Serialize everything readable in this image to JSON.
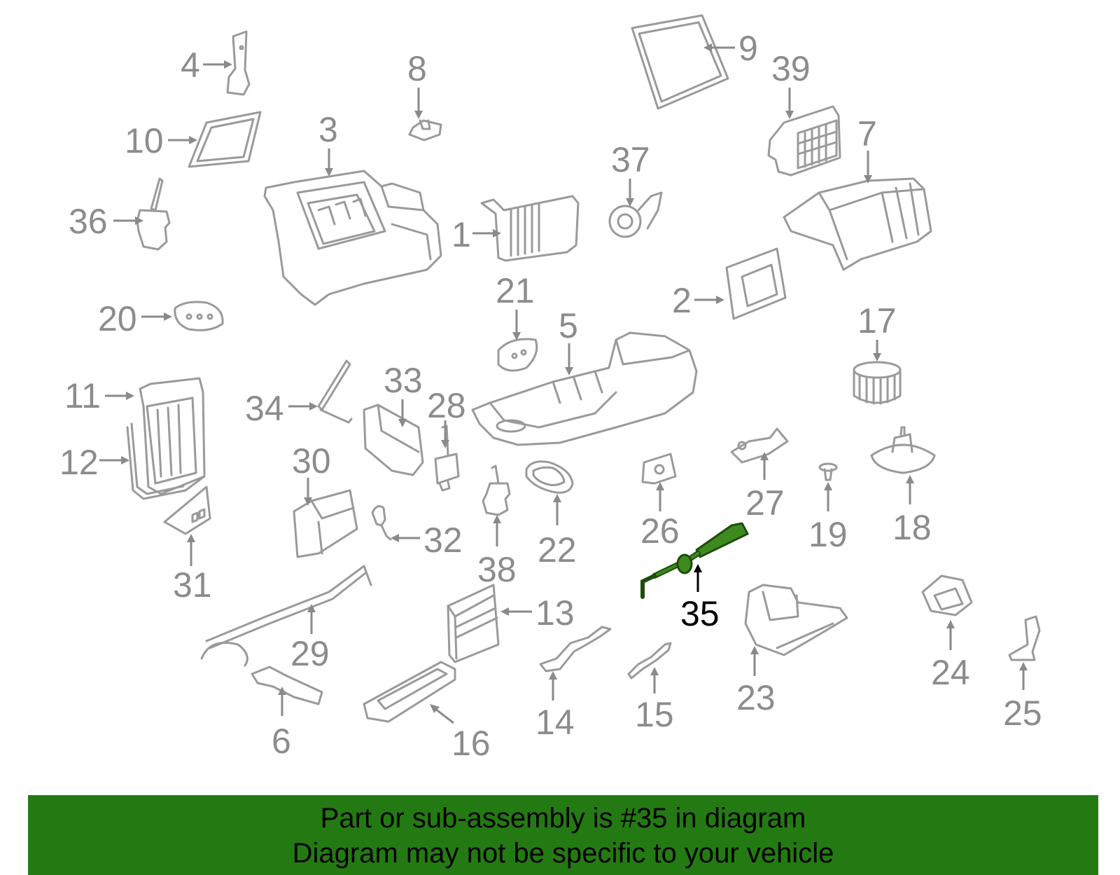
{
  "callouts": [
    {
      "id": "1",
      "label": "1"
    },
    {
      "id": "2",
      "label": "2"
    },
    {
      "id": "3",
      "label": "3"
    },
    {
      "id": "4",
      "label": "4"
    },
    {
      "id": "5",
      "label": "5"
    },
    {
      "id": "6",
      "label": "6"
    },
    {
      "id": "7",
      "label": "7"
    },
    {
      "id": "8",
      "label": "8"
    },
    {
      "id": "9",
      "label": "9"
    },
    {
      "id": "10",
      "label": "10"
    },
    {
      "id": "11",
      "label": "11"
    },
    {
      "id": "12",
      "label": "12"
    },
    {
      "id": "13",
      "label": "13"
    },
    {
      "id": "14",
      "label": "14"
    },
    {
      "id": "15",
      "label": "15"
    },
    {
      "id": "16",
      "label": "16"
    },
    {
      "id": "17",
      "label": "17"
    },
    {
      "id": "18",
      "label": "18"
    },
    {
      "id": "19",
      "label": "19"
    },
    {
      "id": "20",
      "label": "20"
    },
    {
      "id": "21",
      "label": "21"
    },
    {
      "id": "22",
      "label": "22"
    },
    {
      "id": "23",
      "label": "23"
    },
    {
      "id": "24",
      "label": "24"
    },
    {
      "id": "25",
      "label": "25"
    },
    {
      "id": "26",
      "label": "26"
    },
    {
      "id": "27",
      "label": "27"
    },
    {
      "id": "28",
      "label": "28"
    },
    {
      "id": "29",
      "label": "29"
    },
    {
      "id": "30",
      "label": "30"
    },
    {
      "id": "31",
      "label": "31"
    },
    {
      "id": "32",
      "label": "32"
    },
    {
      "id": "33",
      "label": "33"
    },
    {
      "id": "34",
      "label": "34"
    },
    {
      "id": "35",
      "label": "35"
    },
    {
      "id": "36",
      "label": "36"
    },
    {
      "id": "37",
      "label": "37"
    },
    {
      "id": "38",
      "label": "38"
    },
    {
      "id": "39",
      "label": "39"
    }
  ],
  "highlighted_callout": "35",
  "colors": {
    "highlight_part": "#3d8a1f",
    "banner_background": "#247a12",
    "callout_gray": "#8c8c8c",
    "line_art_gray": "#9a9a9a"
  },
  "banner": {
    "line1": "Part or sub-assembly is #35 in diagram",
    "line2": "Diagram may not be specific to your vehicle"
  }
}
